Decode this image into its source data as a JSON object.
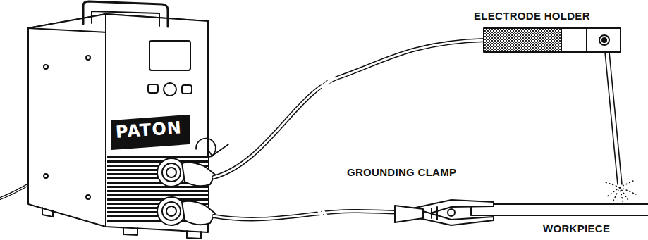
{
  "diagram": {
    "labels": [
      "PATON",
      "ELECTRODE HOLDER",
      "GROUNDING CLAMP",
      "WORKPIECE"
    ]
  }
}
